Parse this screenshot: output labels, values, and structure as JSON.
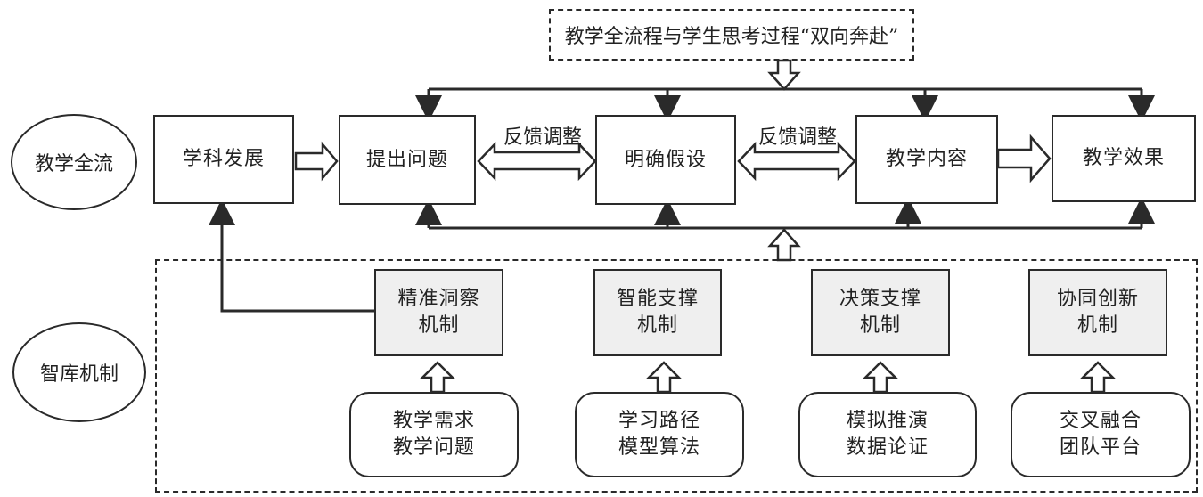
{
  "top_banner": {
    "text": "教学全流程与学生思考过程“双向奔赴”"
  },
  "row_labels": {
    "teaching_flow": "教学全流",
    "think_tank": "智库机制"
  },
  "flow_boxes": [
    {
      "id": "discipline",
      "label": "学科发展"
    },
    {
      "id": "question",
      "label": "提出问题"
    },
    {
      "id": "hypothesis",
      "label": "明确假设"
    },
    {
      "id": "content",
      "label": "教学内容"
    },
    {
      "id": "effect",
      "label": "教学效果"
    }
  ],
  "feedback_labels": [
    "反馈调整",
    "反馈调整"
  ],
  "mechanisms": [
    {
      "id": "insight",
      "line1": "精准洞察",
      "line2": "机制"
    },
    {
      "id": "intelligent",
      "line1": "智能支撑",
      "line2": "机制"
    },
    {
      "id": "decision",
      "line1": "决策支撑",
      "line2": "机制"
    },
    {
      "id": "innovation",
      "line1": "协同创新",
      "line2": "机制"
    }
  ],
  "sources": [
    {
      "id": "teaching-needs",
      "line1": "教学需求",
      "line2": "教学问题"
    },
    {
      "id": "learning-path",
      "line1": "学习路径",
      "line2": "模型算法"
    },
    {
      "id": "simulation",
      "line1": "模拟推演",
      "line2": "数据论证"
    },
    {
      "id": "cross-fusion",
      "line1": "交叉融合",
      "line2": "团队平台"
    }
  ],
  "colors": {
    "stroke": "#2a2a2a",
    "mechanism_fill": "#efefef",
    "background": "#ffffff"
  }
}
